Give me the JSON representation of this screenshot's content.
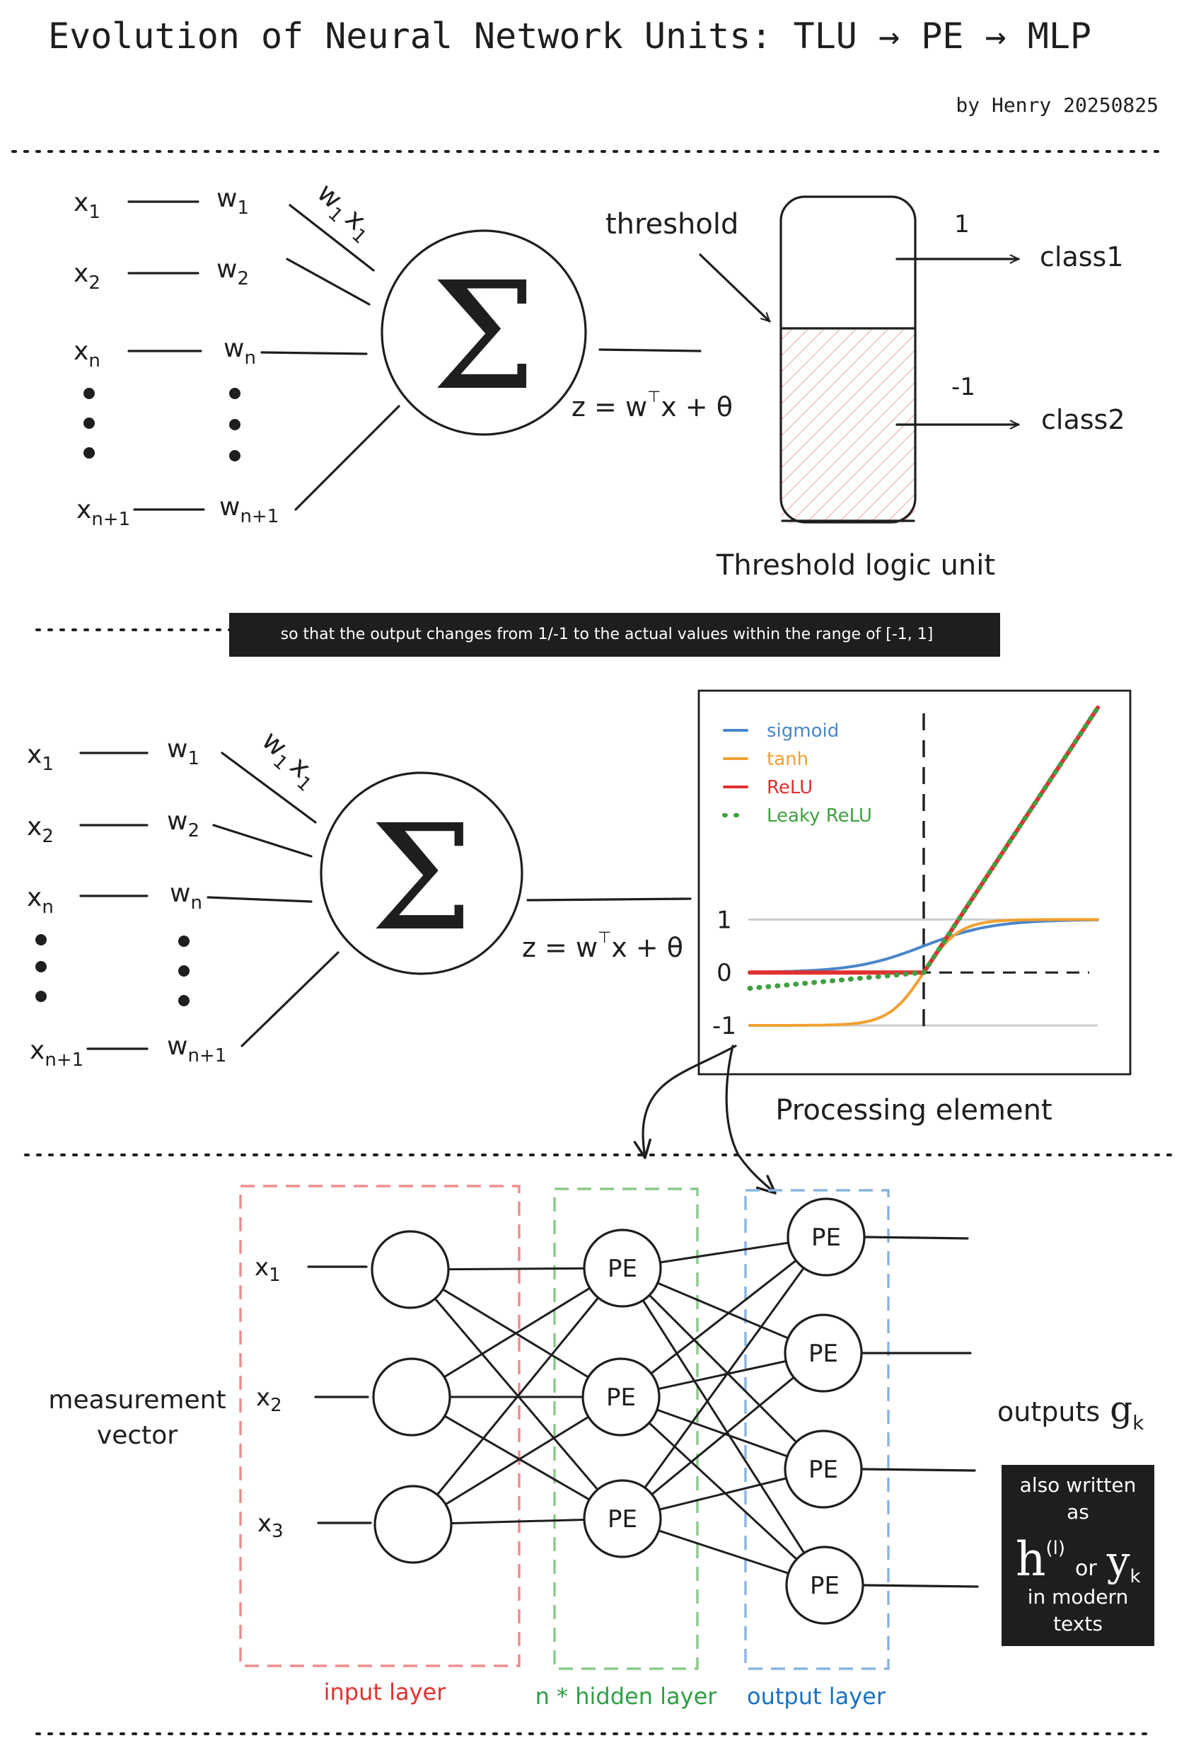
{
  "title": "Evolution of Neural Network Units: TLU → PE → MLP",
  "author": "by Henry 20250825",
  "tlu": {
    "inputs": [
      {
        "x": "x",
        "xsub": "1",
        "w": "w",
        "wsub": "1"
      },
      {
        "x": "x",
        "xsub": "2",
        "w": "w",
        "wsub": "2"
      },
      {
        "x": "x",
        "xsub": "n",
        "w": "w",
        "wsub": "n"
      },
      {
        "x": "x",
        "xsub": "n+1",
        "w": "w",
        "wsub": "n+1"
      }
    ],
    "product": {
      "w": "w",
      "wsub": "1",
      "x": "x",
      "xsub": "1"
    },
    "sum_symbol": "Σ",
    "equation": {
      "lhs": "z = w",
      "sup": "⊤",
      "rhs": "x + θ"
    },
    "threshold_label": "threshold",
    "out_high": "1",
    "out_low": "-1",
    "class_high": "class1",
    "class_low": "class2",
    "caption": "Threshold logic unit"
  },
  "banner": "so that the output changes from 1/-1 to the actual values within the range of [-1, 1]",
  "pe": {
    "inputs": [
      {
        "x": "x",
        "xsub": "1",
        "w": "w",
        "wsub": "1"
      },
      {
        "x": "x",
        "xsub": "2",
        "w": "w",
        "wsub": "2"
      },
      {
        "x": "x",
        "xsub": "n",
        "w": "w",
        "wsub": "n"
      },
      {
        "x": "x",
        "xsub": "n+1",
        "w": "w",
        "wsub": "n+1"
      }
    ],
    "product": {
      "w": "w",
      "wsub": "1",
      "x": "x",
      "xsub": "1"
    },
    "sum_symbol": "Σ",
    "equation": {
      "lhs": "z = w",
      "sup": "⊤",
      "rhs": "x + θ"
    },
    "caption": "Processing element"
  },
  "chart_data": {
    "type": "line",
    "title": "",
    "xlabel": "",
    "ylabel": "",
    "xlim": [
      -5,
      5
    ],
    "ylim": [
      -1.2,
      5
    ],
    "yticks": [
      {
        "value": 1,
        "label": "1"
      },
      {
        "value": 0,
        "label": "0"
      },
      {
        "value": -1,
        "label": "-1"
      }
    ],
    "grid": false,
    "legend_position": "top-left",
    "series": [
      {
        "name": "sigmoid",
        "function": "sigmoid",
        "color": "#4a86c8",
        "style": "solid"
      },
      {
        "name": "tanh",
        "function": "tanh",
        "color": "#f0a030",
        "style": "solid"
      },
      {
        "name": "ReLU",
        "function": "relu",
        "color": "#e03131",
        "style": "solid"
      },
      {
        "name": "Leaky ReLU",
        "function": "leaky_relu",
        "color": "#40a040",
        "style": "dotted"
      }
    ]
  },
  "mlp": {
    "measurement_label": "measurement\nvector",
    "inputs": [
      {
        "x": "x",
        "xsub": "1"
      },
      {
        "x": "x",
        "xsub": "2"
      },
      {
        "x": "x",
        "xsub": "3"
      }
    ],
    "node_label": "PE",
    "input_layer_label": "input layer",
    "hidden_layer_label": "n * hidden layer",
    "output_layer_label": "output layer",
    "outputs_label": "outputs",
    "outputs_symbol": "g",
    "outputs_sub": "k",
    "note": {
      "line1": "also written",
      "line2": "as",
      "h": "h",
      "h_sup": "(l)",
      "or": "or",
      "y": "y",
      "y_sub": "k",
      "line4": "in modern",
      "line5": "texts"
    }
  },
  "colors": {
    "ink": "#1e1e1e",
    "input_layer": "#f08c8c",
    "hidden_layer": "#8cc88c",
    "output_layer": "#8ab4e0",
    "input_text": "#e03131",
    "hidden_text": "#2f9e44",
    "output_text": "#1971c2",
    "hatch": "#f2a0a0"
  }
}
